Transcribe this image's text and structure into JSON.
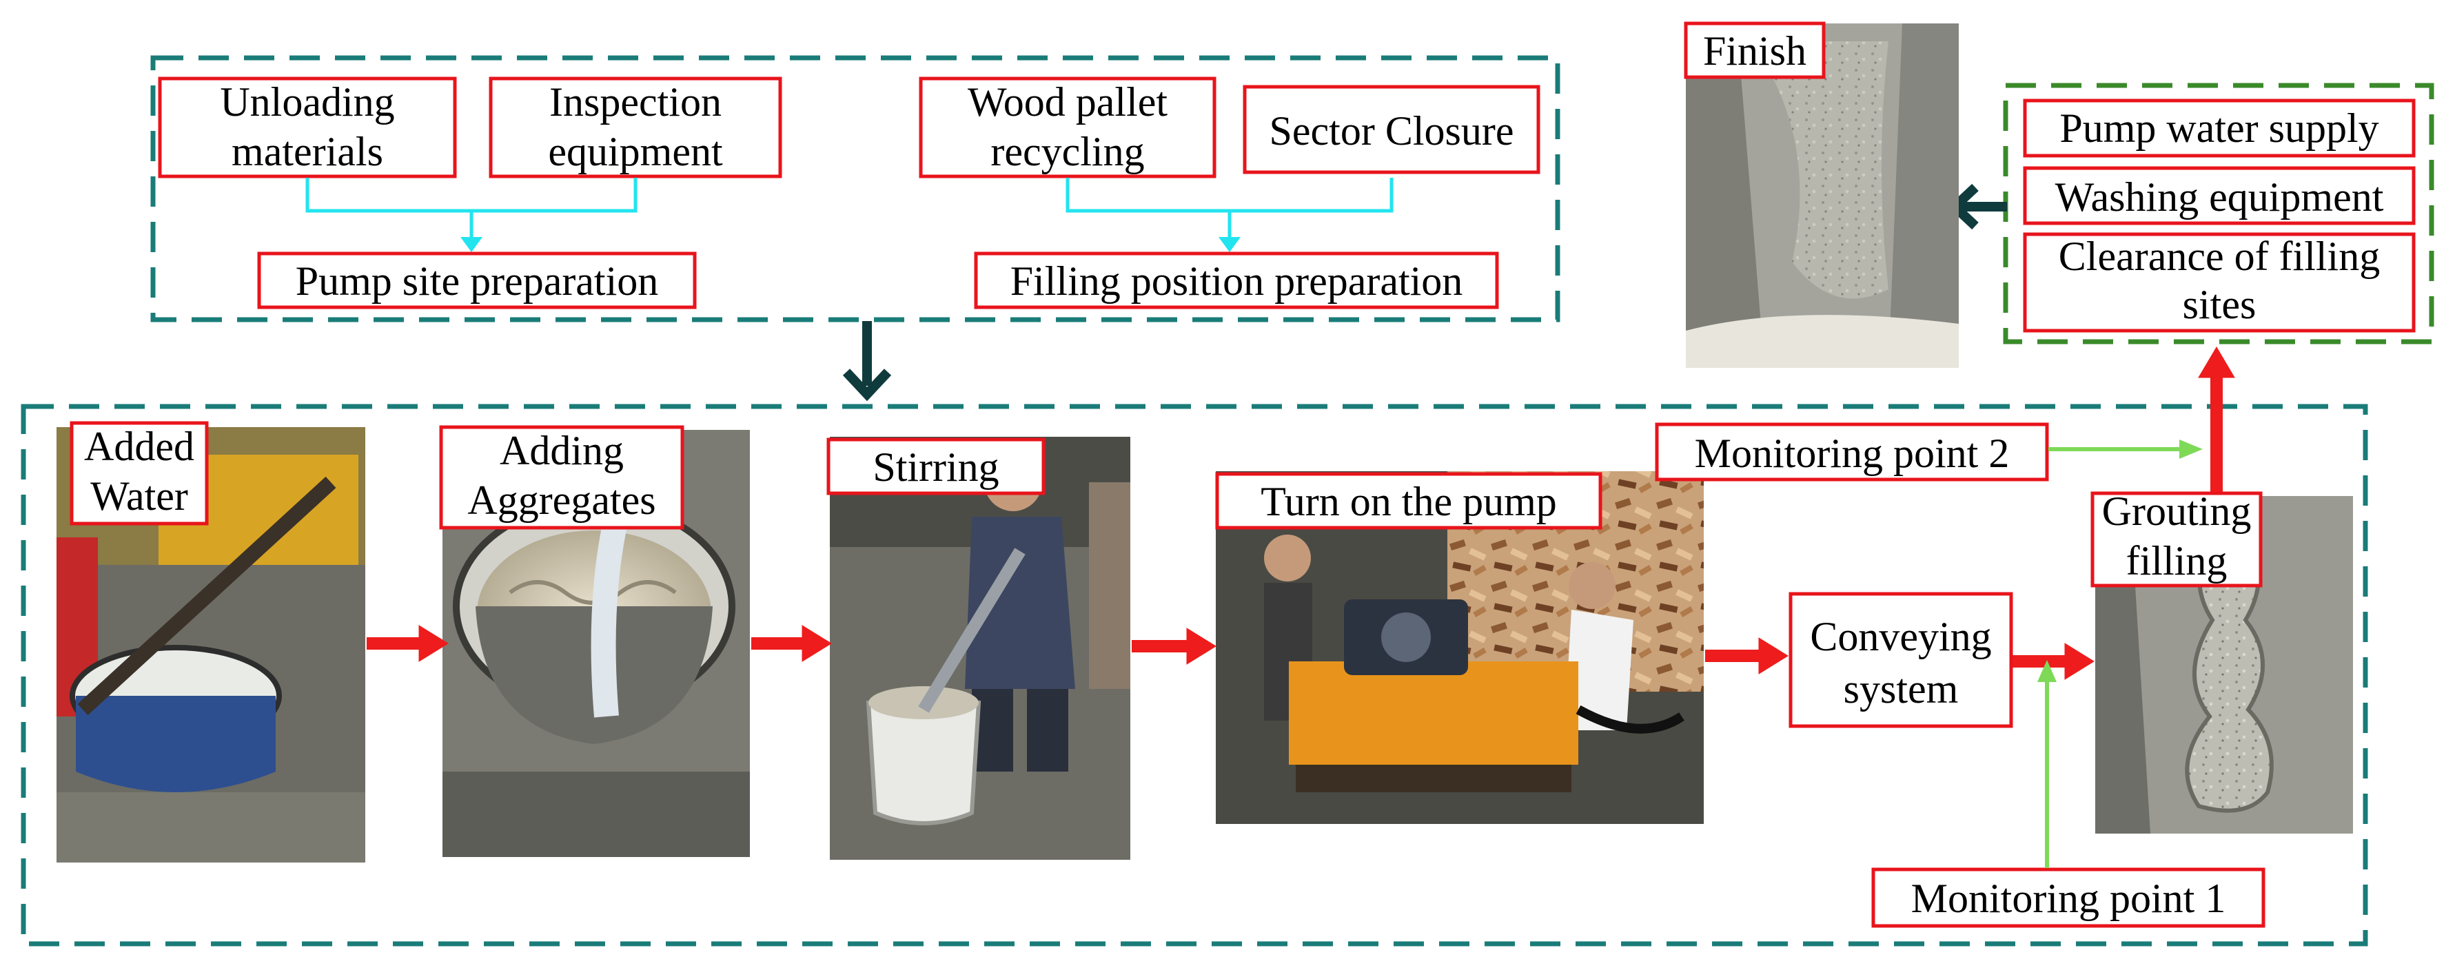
{
  "colors": {
    "label_border": "#e8141c",
    "teal_dash": "#1a7c78",
    "green_dash": "#3a8a2a",
    "cyan_connector": "#22e4ef",
    "red_arrow": "#ee1c1c",
    "green_monitor": "#7ed957",
    "dark_arrow": "#0f3b3d"
  },
  "preparation": {
    "pump_site": {
      "items": [
        [
          "Unloading",
          "materials"
        ],
        [
          "Inspection",
          "equipment"
        ]
      ],
      "result": "Pump site preparation"
    },
    "filling_position": {
      "items": [
        [
          "Wood pallet",
          "recycling"
        ],
        [
          "Sector Closure"
        ]
      ],
      "result": "Filling position preparation"
    }
  },
  "process": {
    "steps": [
      {
        "label": [
          "Added",
          "Water"
        ],
        "photo": "water-bucket-photo"
      },
      {
        "label": [
          "Adding",
          "Aggregates"
        ],
        "photo": "aggregate-drum-photo"
      },
      {
        "label": [
          "Stirring"
        ],
        "photo": "stirring-photo"
      },
      {
        "label": [
          "Turn on the pump"
        ],
        "photo": "pump-machine-photo"
      }
    ],
    "conveying": [
      "Conveying",
      "system"
    ],
    "grouting": [
      "Grouting",
      "filling"
    ],
    "monitoring_point_1": "Monitoring point 1",
    "monitoring_point_2": "Monitoring point 2"
  },
  "cleanup": {
    "items": [
      [
        "Pump water supply"
      ],
      [
        "Washing equipment"
      ],
      [
        "Clearance of filling",
        "sites"
      ]
    ]
  },
  "finish": {
    "label": "Finish",
    "photo": "finished-fill-photo"
  }
}
